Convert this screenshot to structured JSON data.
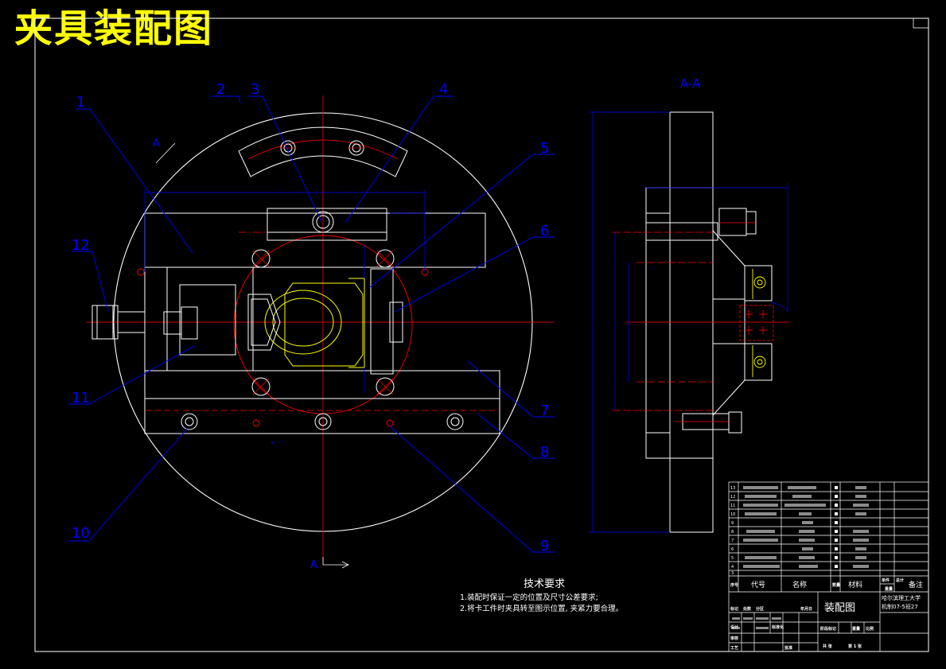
{
  "title": "夹具装配图",
  "section_label": "A-A",
  "section_marks": [
    "A",
    "A"
  ],
  "callouts": [
    "1",
    "2",
    "3",
    "4",
    "5",
    "6",
    "7",
    "8",
    "9",
    "10",
    "11",
    "12"
  ],
  "tech_requirements": {
    "heading": "技术要求",
    "items": [
      "1.装配时保证一定的位置及尺寸公差要求;",
      "2.将卡工件时夹具转至图示位置, 夹紧力要合理。"
    ]
  },
  "title_block": {
    "drawing_name": "装配图",
    "school": "哈尔滨理工大学",
    "class": "机制07-5班27",
    "header": [
      "序号",
      "代号",
      "名称",
      "数量",
      "材料",
      "单件",
      "总计",
      "重量",
      "备注"
    ],
    "labels": [
      "阶段标记",
      "重量",
      "比例",
      "共 张",
      "第 1 张"
    ],
    "side_labels": [
      "标记",
      "处数",
      "分区",
      "设计",
      "审核",
      "工艺",
      "批准"
    ],
    "std_label": "标准化",
    "date_label": "年月日"
  },
  "colors": {
    "title": "#ffff00",
    "outline": "#ffffff",
    "center_line": "#ff0000",
    "leader": "#0000ff",
    "callout": "#0000ff",
    "dimension": "#0000ff",
    "part_highlight": "#ffff00",
    "frame": "#ffffff"
  }
}
